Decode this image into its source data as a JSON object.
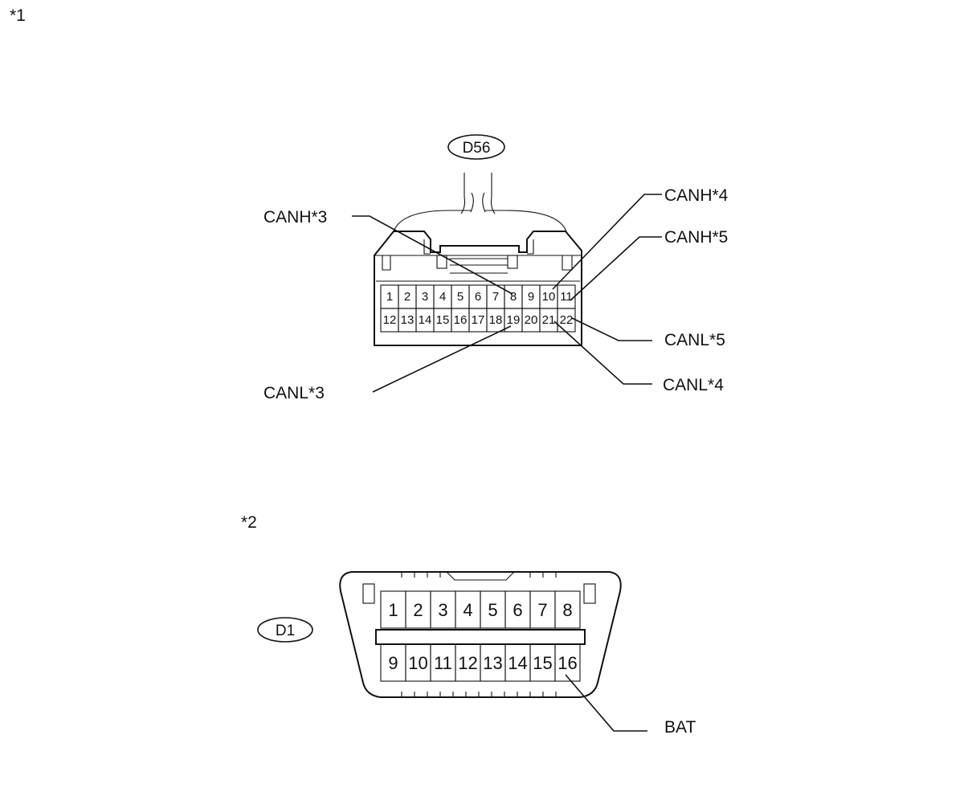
{
  "notes": {
    "n1": "*1",
    "n2": "*2"
  },
  "connector_d56": {
    "tag": "D56",
    "pins_row1": [
      "1",
      "2",
      "3",
      "4",
      "5",
      "6",
      "7",
      "8",
      "9",
      "10",
      "11"
    ],
    "pins_row2": [
      "12",
      "13",
      "14",
      "15",
      "16",
      "17",
      "18",
      "19",
      "20",
      "21",
      "22"
    ],
    "labels": {
      "canh3": "CANH*3",
      "canh4": "CANH*4",
      "canh5": "CANH*5",
      "canl3": "CANL*3",
      "canl4": "CANL*4",
      "canl5": "CANL*5"
    }
  },
  "connector_d1": {
    "tag": "D1",
    "pins_row1": [
      "1",
      "2",
      "3",
      "4",
      "5",
      "6",
      "7",
      "8"
    ],
    "pins_row2": [
      "9",
      "10",
      "11",
      "12",
      "13",
      "14",
      "15",
      "16"
    ],
    "labels": {
      "bat": "BAT"
    }
  }
}
